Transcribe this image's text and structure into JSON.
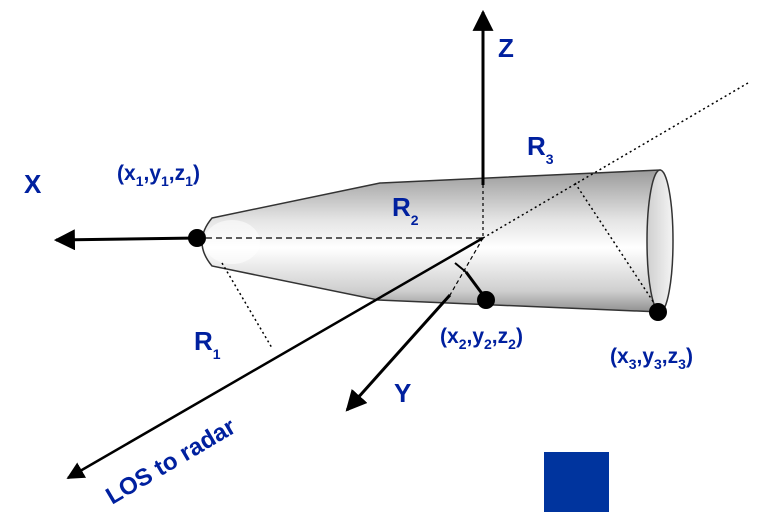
{
  "axes": {
    "x": "X",
    "y": "Y",
    "z": "Z"
  },
  "radii": {
    "r1_base": "R",
    "r1_sub": "1",
    "r2_base": "R",
    "r2_sub": "2",
    "r3_base": "R",
    "r3_sub": "3"
  },
  "points": {
    "p1": {
      "open": "(x",
      "s1": "1",
      "c1": ",y",
      "s2": "1",
      "c2": ",z",
      "s3": "1",
      "close": ")"
    },
    "p2": {
      "open": "(x",
      "s1": "2",
      "c1": ",y",
      "s2": "2",
      "c2": ",z",
      "s3": "2",
      "close": ")"
    },
    "p3": {
      "open": "(x",
      "s1": "3",
      "c1": ",y",
      "s2": "3",
      "c2": ",z",
      "s3": "3",
      "close": ")"
    }
  },
  "los_label": "LOS to radar",
  "colors": {
    "label": "#00209F",
    "marker": "#00349E",
    "line": "#000000"
  }
}
